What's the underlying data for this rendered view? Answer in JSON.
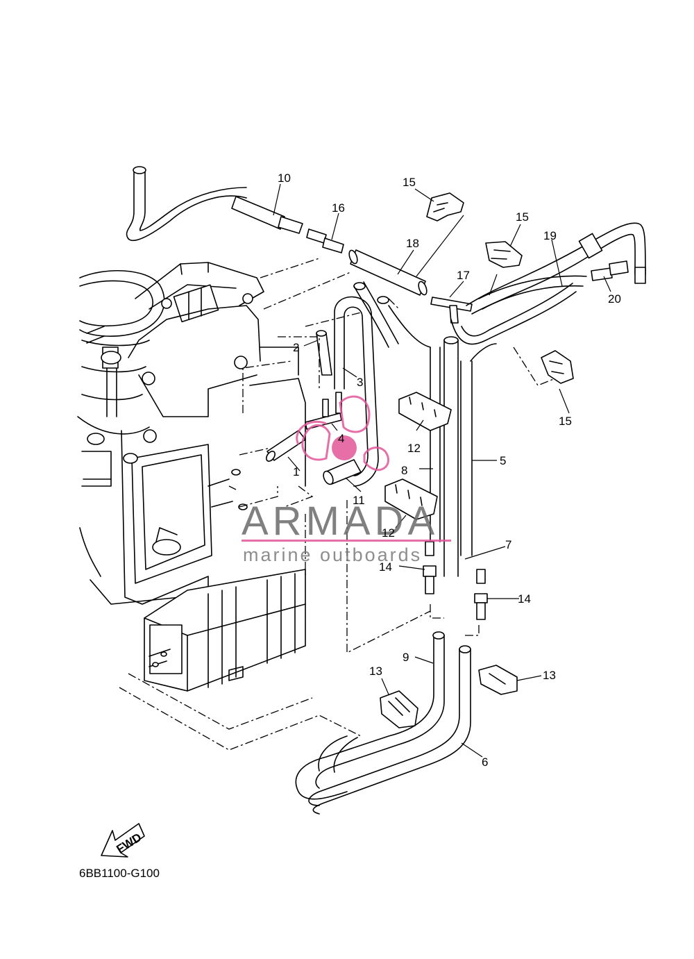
{
  "diagram_code": "6BB1100-G100",
  "fwd_label": "FWD",
  "watermark": {
    "brand": "ARMADA",
    "tagline": "marine outboards",
    "accent_color": "#e2569a"
  },
  "callouts": [
    {
      "id": "c10a",
      "label": "10"
    },
    {
      "id": "c16a",
      "label": "16"
    },
    {
      "id": "c15a",
      "label": "15"
    },
    {
      "id": "c18a",
      "label": "18"
    },
    {
      "id": "c15b",
      "label": "15"
    },
    {
      "id": "c19a",
      "label": "19"
    },
    {
      "id": "c17a",
      "label": "17"
    },
    {
      "id": "c20a",
      "label": "20"
    },
    {
      "id": "c2a",
      "label": "2"
    },
    {
      "id": "c3a",
      "label": "3"
    },
    {
      "id": "c4a",
      "label": "4"
    },
    {
      "id": "c12a",
      "label": "12"
    },
    {
      "id": "c15c",
      "label": "15"
    },
    {
      "id": "c1a",
      "label": "1"
    },
    {
      "id": "c8a",
      "label": "8"
    },
    {
      "id": "c5a",
      "label": "5"
    },
    {
      "id": "c11a",
      "label": "11"
    },
    {
      "id": "c12b",
      "label": "12"
    },
    {
      "id": "c7a",
      "label": "7"
    },
    {
      "id": "c14a",
      "label": "14"
    },
    {
      "id": "c14b",
      "label": "14"
    },
    {
      "id": "c9a",
      "label": "9"
    },
    {
      "id": "c13a",
      "label": "13"
    },
    {
      "id": "c13b",
      "label": "13"
    },
    {
      "id": "c6a",
      "label": "6"
    }
  ]
}
